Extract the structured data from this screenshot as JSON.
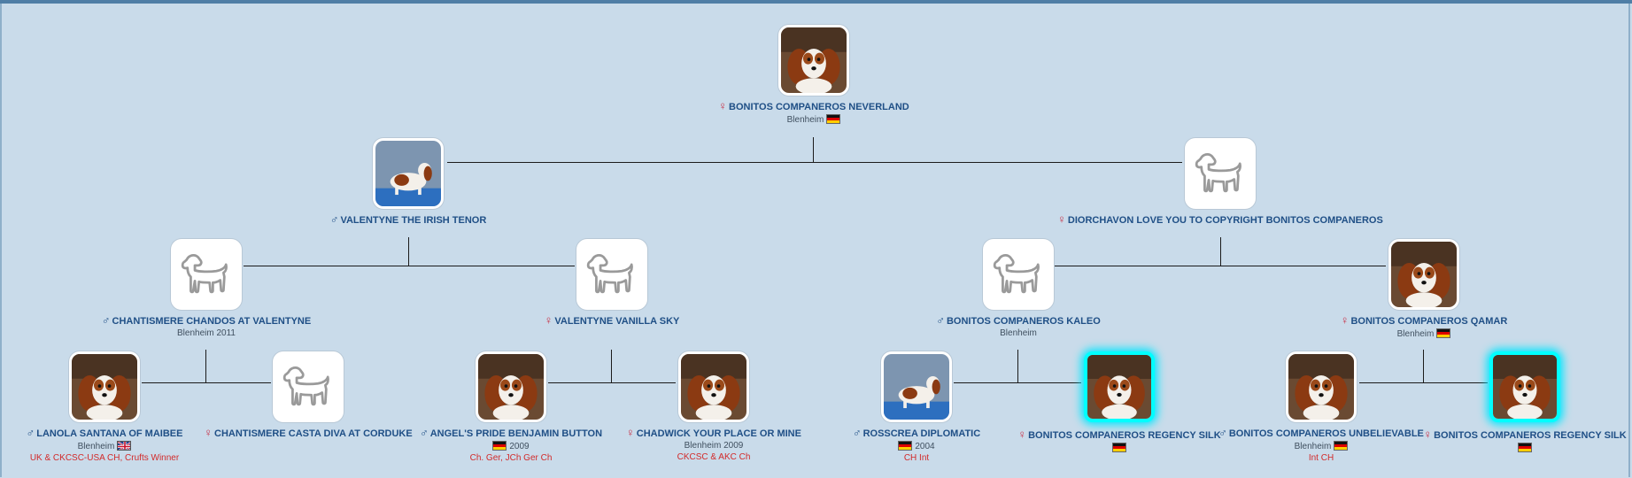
{
  "colors": {
    "background": "#c9dbea",
    "name": "#1f4f86",
    "female": "#c8344a",
    "title": "#d22a2a",
    "highlight": "#00e6ff"
  },
  "nodes": {
    "root": {
      "sex": "♀",
      "name": "BONITOS COMPANEROS NEVERLAND",
      "sub": "Blenheim",
      "flag": "de-flag-icon"
    },
    "sire": {
      "sex": "♂",
      "name": "VALENTYNE THE IRISH TENOR"
    },
    "dam": {
      "sex": "♀",
      "name": "DIORCHAVON LOVE YOU TO COPYRIGHT BONITOS COMPANEROS"
    },
    "ss": {
      "sex": "♂",
      "name": "CHANTISMERE CHANDOS AT VALENTYNE",
      "sub": "Blenheim 2011"
    },
    "sd": {
      "sex": "♀",
      "name": "VALENTYNE VANILLA SKY"
    },
    "ds": {
      "sex": "♂",
      "name": "BONITOS COMPANEROS KALEO",
      "sub": "Blenheim"
    },
    "dd": {
      "sex": "♀",
      "name": "BONITOS COMPANEROS QAMAR",
      "sub": "Blenheim",
      "flag": "de-flag-icon"
    },
    "sss": {
      "sex": "♂",
      "name": "LANOLA SANTANA OF MAIBEE",
      "sub": "Blenheim",
      "flag": "gb-flag-icon",
      "title": "UK & CKCSC-USA CH, Crufts Winner"
    },
    "ssd": {
      "sex": "♀",
      "name": "CHANTISMERE CASTA DIVA AT CORDUKE"
    },
    "sds": {
      "sex": "♂",
      "name": "ANGEL'S PRIDE BENJAMIN BUTTON",
      "sub": "2009",
      "flag": "de-flag-icon",
      "title": "Ch. Ger, JCh Ger Ch"
    },
    "sdd": {
      "sex": "♀",
      "name": "CHADWICK YOUR PLACE OR MINE",
      "sub": "Blenheim 2009",
      "title": "CKCSC & AKC Ch"
    },
    "dss": {
      "sex": "♂",
      "name": "ROSSCREA DIPLOMATIC",
      "sub": "2004",
      "flag": "de-flag-icon",
      "title": "CH Int"
    },
    "dsd": {
      "sex": "♀",
      "name": "BONITOS COMPANEROS REGENCY SILK",
      "flag": "de-flag-icon"
    },
    "dds": {
      "sex": "♂",
      "name": "BONITOS COMPANEROS UNBELIEVABLE",
      "sub": "Blenheim",
      "flag": "de-flag-icon",
      "title": "Int CH"
    },
    "ddd": {
      "sex": "♀",
      "name": "BONITOS COMPANEROS REGENCY SILK",
      "flag": "de-flag-icon"
    }
  }
}
